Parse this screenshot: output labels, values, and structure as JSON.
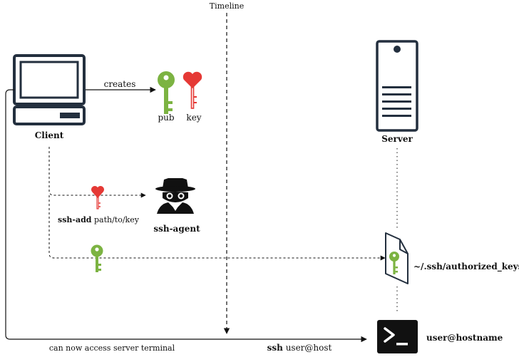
{
  "timeline": {
    "label": "Timeline"
  },
  "client": {
    "label": "Client"
  },
  "server": {
    "label": "Server"
  },
  "keypair": {
    "arrow_label": "creates",
    "pub_label": "pub",
    "key_label": "key"
  },
  "agent": {
    "label": "ssh-agent",
    "cmd_bold": "ssh-add",
    "cmd_rest": " path/to/key"
  },
  "authorized": {
    "label": "~/.ssh/authorized_keys"
  },
  "terminal": {
    "label": "user@hostname"
  },
  "access": {
    "label": "can now access server terminal",
    "cmd_bold": "ssh",
    "cmd_rest": " user@host"
  },
  "colors": {
    "pub_key": "#7cb342",
    "priv_key": "#e53935",
    "ink": "#232f3e"
  }
}
